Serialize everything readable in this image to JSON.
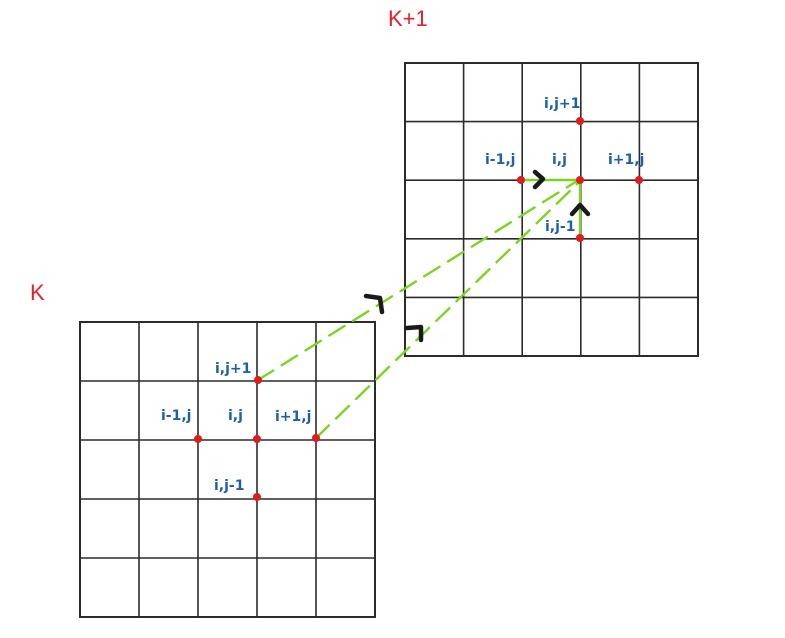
{
  "levels": {
    "upper": "K+1",
    "lower": "K"
  },
  "lower_grid": {
    "labels": {
      "north": "i,j+1",
      "west": "i-1,j",
      "center": "i,j",
      "east": "i+1,j",
      "south": "i,j-1"
    }
  },
  "upper_grid": {
    "labels": {
      "north": "i,j+1",
      "west": "i-1,j",
      "center": "i,j",
      "east": "i+1,j",
      "south": "i,j-1"
    }
  },
  "colors": {
    "grid": "#2b2b2b",
    "node": "#e01b1b",
    "node_label": "#1f5fa8",
    "level_label": "#e8202a",
    "link": "#7dd321",
    "arrow": "#1a1a1a"
  }
}
